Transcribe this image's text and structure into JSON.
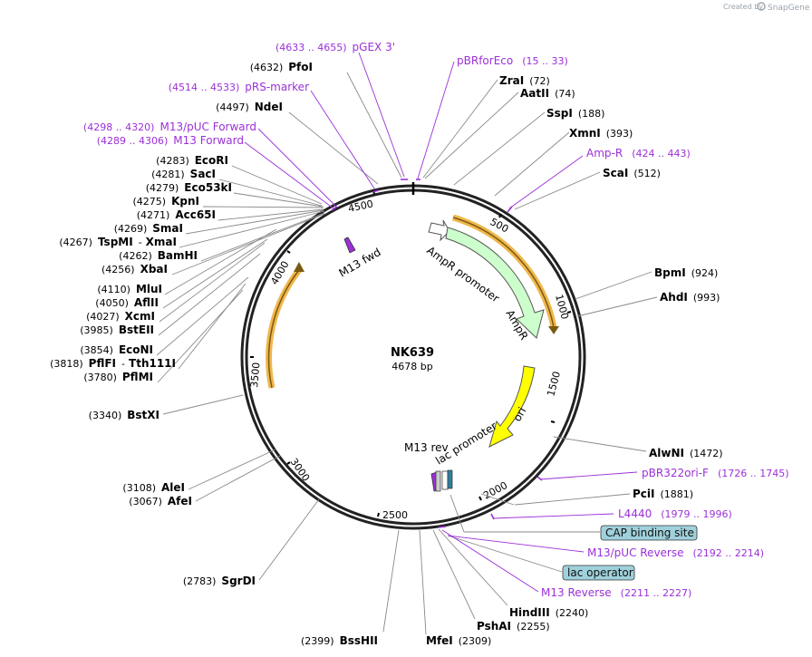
{
  "watermark": {
    "prefix": "Created by",
    "brand": "SnapGene"
  },
  "plasmid": {
    "name": "NK639",
    "size": "4678 bp"
  },
  "ticks": [
    "500",
    "1000",
    "1500",
    "2000",
    "2500",
    "3000",
    "3500",
    "4000",
    "4500"
  ],
  "features": {
    "m13_fwd": "M13 fwd",
    "ampr_promoter": "AmpR promoter",
    "ampr": "AmpR",
    "ori": "ori",
    "m13_rev": "M13 rev",
    "lac_promoter": "lac promoter"
  },
  "enzymes": [
    {
      "name": "PfoI",
      "coord": "(4632)"
    },
    {
      "name": "NdeI",
      "coord": "(4497)"
    },
    {
      "name": "EcoRI",
      "coord": "(4283)"
    },
    {
      "name": "SacI",
      "coord": "(4281)"
    },
    {
      "name": "Eco53kI",
      "coord": "(4279)"
    },
    {
      "name": "KpnI",
      "coord": "(4275)"
    },
    {
      "name": "Acc65I",
      "coord": "(4271)"
    },
    {
      "name": "SmaI",
      "coord": "(4269)"
    },
    {
      "name": "TspMI",
      "name2": "XmaI",
      "coord": "(4267)"
    },
    {
      "name": "BamHI",
      "coord": "(4262)"
    },
    {
      "name": "XbaI",
      "coord": "(4256)"
    },
    {
      "name": "MluI",
      "coord": "(4110)"
    },
    {
      "name": "AflII",
      "coord": "(4050)"
    },
    {
      "name": "XcmI",
      "coord": "(4027)"
    },
    {
      "name": "BstEII",
      "coord": "(3985)"
    },
    {
      "name": "EcoNI",
      "coord": "(3854)"
    },
    {
      "name": "PflFI",
      "name2": "Tth111I",
      "coord": "(3818)"
    },
    {
      "name": "PflMI",
      "coord": "(3780)"
    },
    {
      "name": "BstXI",
      "coord": "(3340)"
    },
    {
      "name": "AleI",
      "coord": "(3108)"
    },
    {
      "name": "AfeI",
      "coord": "(3067)"
    },
    {
      "name": "SgrDI",
      "coord": "(2783)"
    },
    {
      "name": "BssHII",
      "coord": "(2399)"
    },
    {
      "name": "MfeI",
      "coord": "(2309)"
    },
    {
      "name": "PshAI",
      "coord": "(2255)"
    },
    {
      "name": "HindIII",
      "coord": "(2240)"
    },
    {
      "name": "PciI",
      "coord": "(1881)"
    },
    {
      "name": "AlwNI",
      "coord": "(1472)"
    },
    {
      "name": "AhdI",
      "coord": "(993)"
    },
    {
      "name": "BpmI",
      "coord": "(924)"
    },
    {
      "name": "ScaI",
      "coord": "(512)"
    },
    {
      "name": "XmnI",
      "coord": "(393)"
    },
    {
      "name": "SspI",
      "coord": "(188)"
    },
    {
      "name": "AatII",
      "coord": "(74)"
    },
    {
      "name": "ZraI",
      "coord": "(72)"
    }
  ],
  "primers": [
    {
      "name": "pGEX 3'",
      "range": "(4633 .. 4655)"
    },
    {
      "name": "pRS-marker",
      "range": "(4514 .. 4533)"
    },
    {
      "name": "M13/pUC Forward",
      "range": "(4298 .. 4320)"
    },
    {
      "name": "M13 Forward",
      "range": "(4289 .. 4306)"
    },
    {
      "name": "pBRforEco",
      "range": "(15 .. 33)"
    },
    {
      "name": "Amp-R",
      "range": "(424 .. 443)"
    },
    {
      "name": "pBR322ori-F",
      "range": "(1726 .. 1745)"
    },
    {
      "name": "L4440",
      "range": "(1979 .. 1996)"
    },
    {
      "name": "M13/pUC Reverse",
      "range": "(2192 .. 2214)"
    },
    {
      "name": "M13 Reverse",
      "range": "(2211 .. 2227)"
    }
  ],
  "boxes": {
    "cap": "CAP binding site",
    "lacop": "lac operator"
  },
  "colors": {
    "primer": "#9b30d8",
    "ampr": "#ccffcc",
    "ori": "#ffff00",
    "orf": "#f0b74d",
    "box": "#9fd1dc",
    "accent": "#2f9ae0"
  }
}
